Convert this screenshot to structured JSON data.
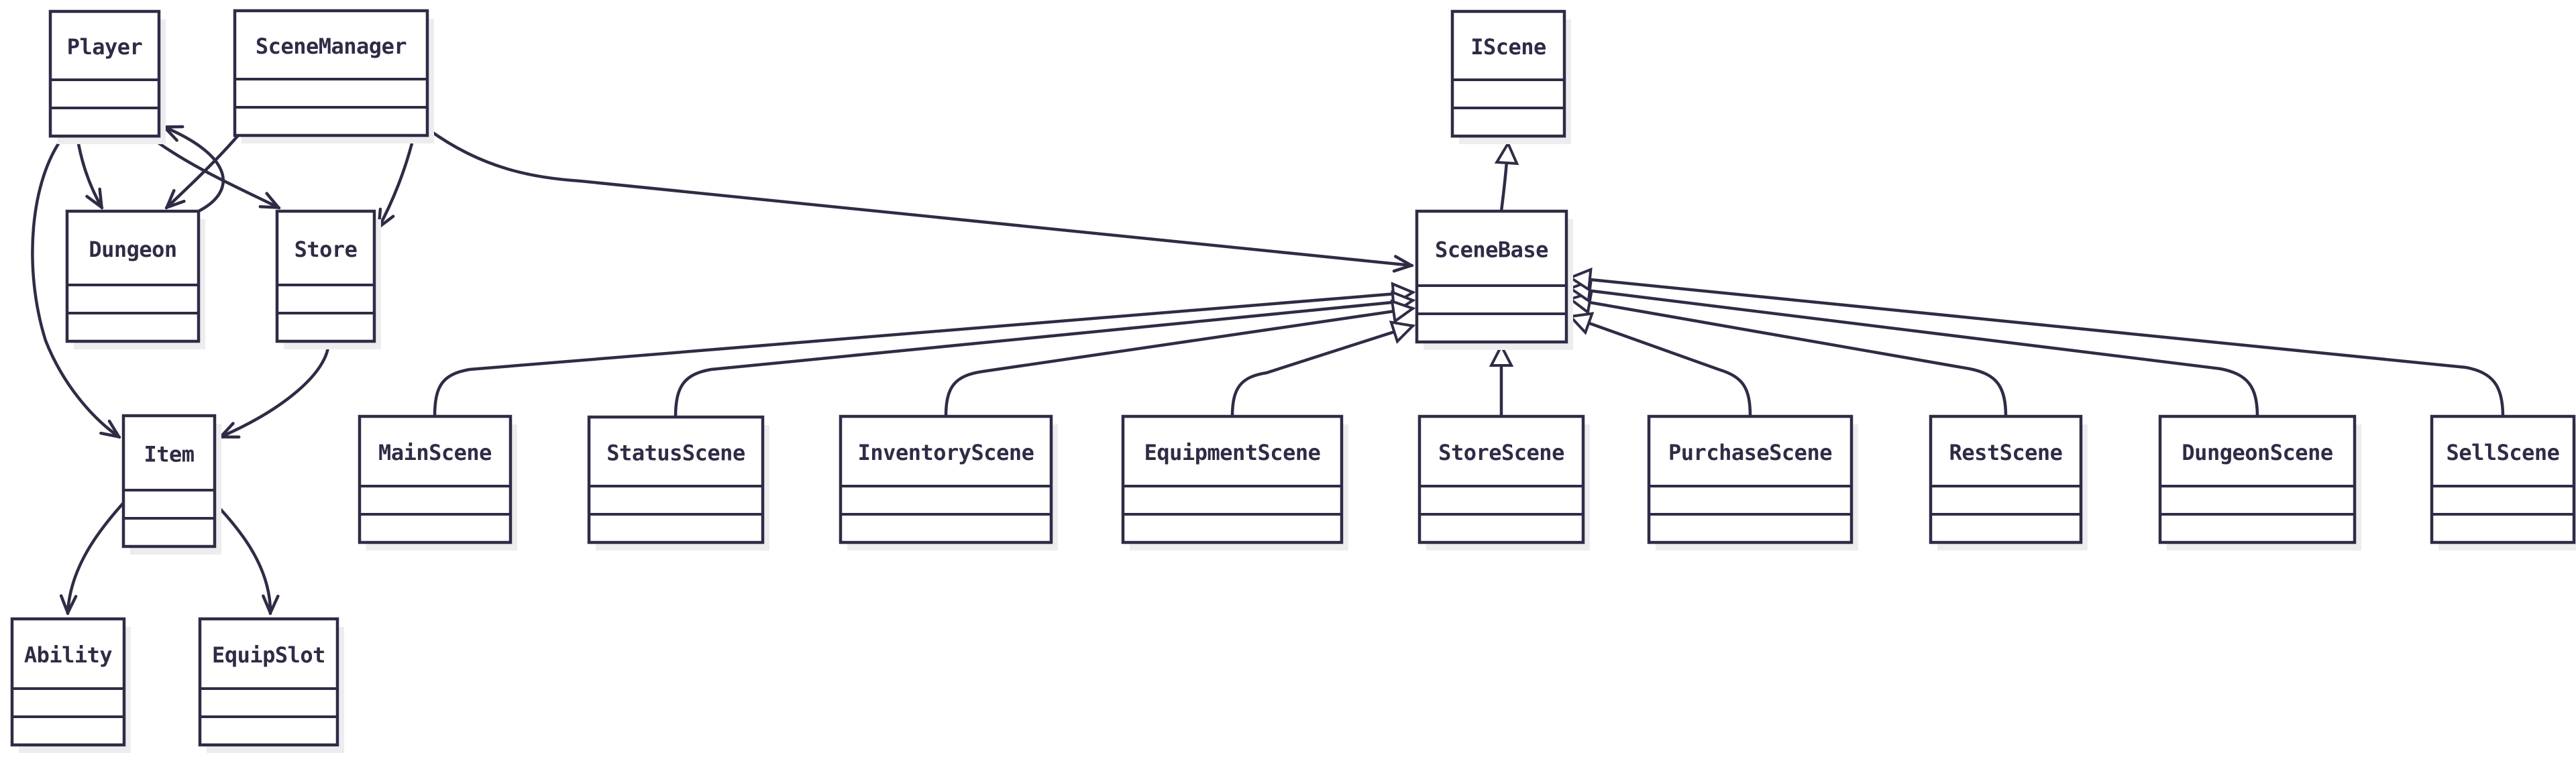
{
  "diagram": {
    "type": "uml-class-diagram",
    "nodes": [
      {
        "id": "player",
        "label": "Player"
      },
      {
        "id": "sceneManager",
        "label": "SceneManager"
      },
      {
        "id": "iscene",
        "label": "IScene"
      },
      {
        "id": "dungeon",
        "label": "Dungeon"
      },
      {
        "id": "store",
        "label": "Store"
      },
      {
        "id": "sceneBase",
        "label": "SceneBase"
      },
      {
        "id": "item",
        "label": "Item"
      },
      {
        "id": "mainScene",
        "label": "MainScene"
      },
      {
        "id": "statusScene",
        "label": "StatusScene"
      },
      {
        "id": "inventoryScene",
        "label": "InventoryScene"
      },
      {
        "id": "equipmentScene",
        "label": "EquipmentScene"
      },
      {
        "id": "storeScene",
        "label": "StoreScene"
      },
      {
        "id": "purchaseScene",
        "label": "PurchaseScene"
      },
      {
        "id": "restScene",
        "label": "RestScene"
      },
      {
        "id": "dungeonScene",
        "label": "DungeonScene"
      },
      {
        "id": "sellScene",
        "label": "SellScene"
      },
      {
        "id": "ability",
        "label": "Ability"
      },
      {
        "id": "equipSlot",
        "label": "EquipSlot"
      }
    ],
    "edges": [
      {
        "from": "player",
        "to": "dungeon",
        "type": "dependency"
      },
      {
        "from": "player",
        "to": "store",
        "type": "dependency"
      },
      {
        "from": "player",
        "to": "item",
        "type": "dependency"
      },
      {
        "from": "sceneManager",
        "to": "dungeon",
        "type": "dependency"
      },
      {
        "from": "sceneManager",
        "to": "store",
        "type": "dependency"
      },
      {
        "from": "sceneManager",
        "to": "sceneBase",
        "type": "dependency"
      },
      {
        "from": "dungeon",
        "to": "player",
        "type": "dependency"
      },
      {
        "from": "store",
        "to": "item",
        "type": "dependency"
      },
      {
        "from": "item",
        "to": "ability",
        "type": "dependency"
      },
      {
        "from": "item",
        "to": "equipSlot",
        "type": "dependency"
      },
      {
        "from": "sceneBase",
        "to": "iscene",
        "type": "inheritance"
      },
      {
        "from": "mainScene",
        "to": "sceneBase",
        "type": "inheritance"
      },
      {
        "from": "statusScene",
        "to": "sceneBase",
        "type": "inheritance"
      },
      {
        "from": "inventoryScene",
        "to": "sceneBase",
        "type": "inheritance"
      },
      {
        "from": "equipmentScene",
        "to": "sceneBase",
        "type": "inheritance"
      },
      {
        "from": "storeScene",
        "to": "sceneBase",
        "type": "inheritance"
      },
      {
        "from": "purchaseScene",
        "to": "sceneBase",
        "type": "inheritance"
      },
      {
        "from": "restScene",
        "to": "sceneBase",
        "type": "inheritance"
      },
      {
        "from": "dungeonScene",
        "to": "sceneBase",
        "type": "inheritance"
      },
      {
        "from": "sellScene",
        "to": "sceneBase",
        "type": "inheritance"
      }
    ],
    "colors": {
      "ink": "#2e2c45",
      "node_fill": "#ffffff",
      "shadow": "#ededf0",
      "background": "#ffffff"
    }
  }
}
